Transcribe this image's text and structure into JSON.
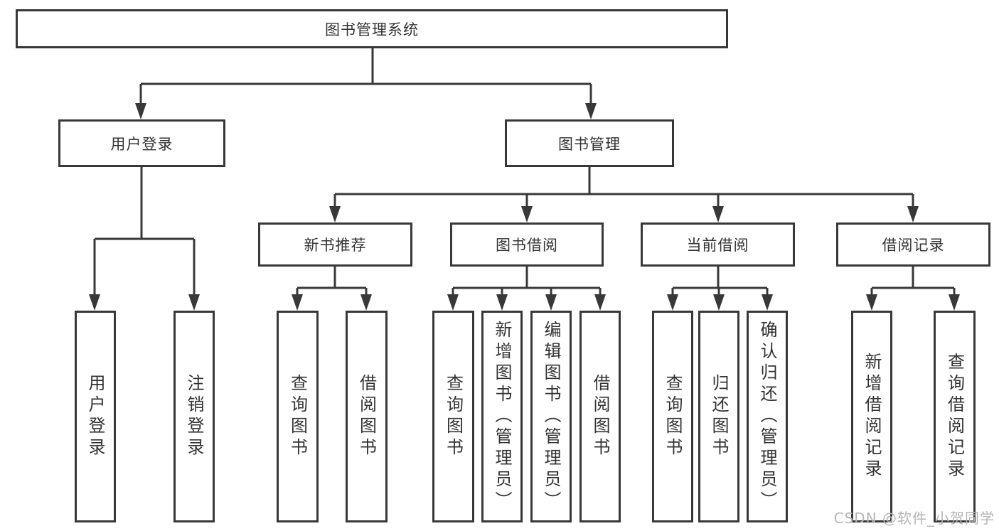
{
  "diagram": {
    "title": "图书管理系统",
    "watermark": "CSDN @软件_小贺同学",
    "colors": {
      "line": "#383838",
      "box_border": "#383838",
      "text": "#333333",
      "watermark": "#b5b5b5",
      "background": "#ffffff"
    },
    "nodes": [
      {
        "id": "root",
        "label": "图书管理系统",
        "parent": null
      },
      {
        "id": "user-login",
        "label": "用户登录",
        "parent": "root"
      },
      {
        "id": "book-management",
        "label": "图书管理",
        "parent": "root"
      },
      {
        "id": "new-book-recommendation",
        "label": "新书推荐",
        "parent": "book-management"
      },
      {
        "id": "book-borrowing",
        "label": "图书借阅",
        "parent": "book-management"
      },
      {
        "id": "current-borrowing",
        "label": "当前借阅",
        "parent": "book-management"
      },
      {
        "id": "borrowing-records",
        "label": "借阅记录",
        "parent": "book-management"
      },
      {
        "id": "user-login-leaf",
        "label": "用户登录",
        "parent": "user-login"
      },
      {
        "id": "logout-leaf",
        "label": "注销登录",
        "parent": "user-login"
      },
      {
        "id": "query-books-1",
        "label": "查询图书",
        "parent": "new-book-recommendation"
      },
      {
        "id": "borrow-books-1",
        "label": "借阅图书",
        "parent": "new-book-recommendation"
      },
      {
        "id": "query-books-2",
        "label": "查询图书",
        "parent": "book-borrowing"
      },
      {
        "id": "add-books-admin",
        "label": "新增图书（管理员）",
        "parent": "book-borrowing"
      },
      {
        "id": "edit-books-admin",
        "label": "编辑图书（管理员）",
        "parent": "book-borrowing"
      },
      {
        "id": "borrow-books-2",
        "label": "借阅图书",
        "parent": "book-borrowing"
      },
      {
        "id": "query-books-3",
        "label": "查询图书",
        "parent": "current-borrowing"
      },
      {
        "id": "return-books",
        "label": "归还图书",
        "parent": "current-borrowing"
      },
      {
        "id": "confirm-return-admin",
        "label": "确认归还（管理员）",
        "parent": "current-borrowing"
      },
      {
        "id": "add-borrow-record",
        "label": "新增借阅记录",
        "parent": "borrowing-records"
      },
      {
        "id": "query-borrow-record",
        "label": "查询借阅记录",
        "parent": "borrowing-records"
      }
    ]
  }
}
